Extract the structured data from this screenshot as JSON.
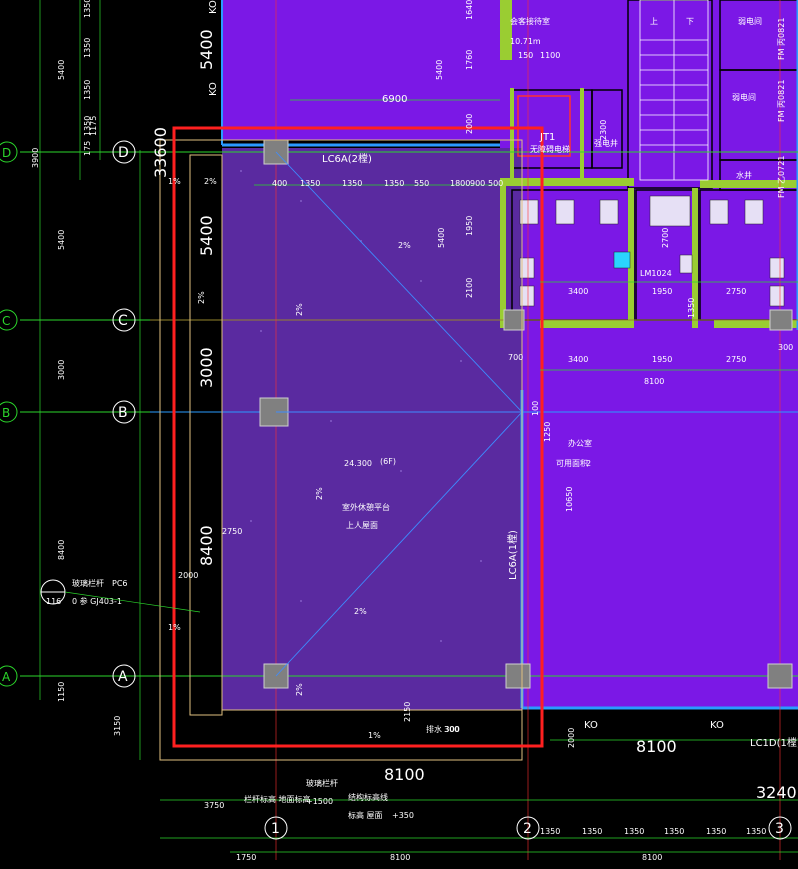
{
  "drawing": {
    "grid_labels_left": [
      "D",
      "C",
      "B",
      "A"
    ],
    "grid_labels_bottom": [
      "1",
      "2",
      "3"
    ],
    "left_dims_rotated": [
      "1350",
      "1350",
      "1350",
      "5400",
      "1350",
      "1175",
      "175",
      "3900",
      "5400",
      "3000",
      "8400",
      "1150",
      "3150"
    ],
    "overall_dim": "33600",
    "big_dims_rotated": [
      "5400",
      "5400",
      "3000",
      "8400"
    ],
    "ko_labels": [
      "KO",
      "KO"
    ],
    "top_dims": {
      "d6900": "6900",
      "d5400": "5400",
      "d1640": "1640",
      "d1760": "1760",
      "d2000": "2000",
      "d150": "150",
      "d1100": "1100",
      "d2300": "2300",
      "room_area": "10.71m",
      "room_top": "会客接待室"
    },
    "window_top": "LC6A(2樘)",
    "window_right": "LC6A(1樘)",
    "row_dims": [
      "400",
      "1350",
      "1350",
      "1350",
      "550",
      "1800",
      "900",
      "500"
    ],
    "stair_labels": {
      "up": "上",
      "down": "下"
    },
    "lift_label": "JT1",
    "lift_sub": "无障碍电梯",
    "shaft_label": "强电井",
    "fm_labels": [
      "FM 丙0821",
      "FM 丙0821",
      "FM 乙0721"
    ],
    "rooms_right": [
      "弱电间",
      "弱电间",
      "水井"
    ],
    "door_label": "LM1024",
    "slope_labels": [
      "2%",
      "2%",
      "2%",
      "2%",
      "2%",
      "1%",
      "1%",
      "1%",
      "2%",
      "2%"
    ],
    "terrace": {
      "level": "24.300",
      "floor": "(6F)",
      "name": "室外休憩平台",
      "sub": "上人屋面"
    },
    "terrace_dims": [
      "5400",
      "1950",
      "2100",
      "2750",
      "2000",
      "2150",
      "300",
      "100",
      "10650",
      "1250"
    ],
    "mid_dims": [
      "3400",
      "1950",
      "2750",
      "700",
      "3400",
      "1950",
      "2750",
      "300",
      "8100",
      "1350",
      "2700"
    ],
    "right_room": {
      "name": "办公室",
      "sub": "可用面积",
      "num": "2"
    },
    "bottom": {
      "d8100_big": "8100",
      "d8100_big2": "8100",
      "d3240": "3240",
      "lc1d": "LC1D(1樘)",
      "ko1": "KO",
      "ko2": "KO",
      "d3750": "3750",
      "d1750": "1750",
      "d8100a": "8100",
      "d8100b": "8100",
      "d2000": "2000",
      "row": [
        "1350",
        "1350",
        "1350",
        "1350",
        "1350",
        "1350"
      ],
      "note1": "玻璃栏杆",
      "note2": "栏杆标高 地面标高",
      "note3": "+1500",
      "note4": "结构标高线",
      "note5": "标高 屋面",
      "note6": "+350",
      "note7": "排水 300"
    },
    "detail_ref": {
      "top": "玻璃栏杆",
      "code": "PC6",
      "num": "116",
      "ref": "0 参 GJ403-1",
      "dim": "2000"
    }
  }
}
